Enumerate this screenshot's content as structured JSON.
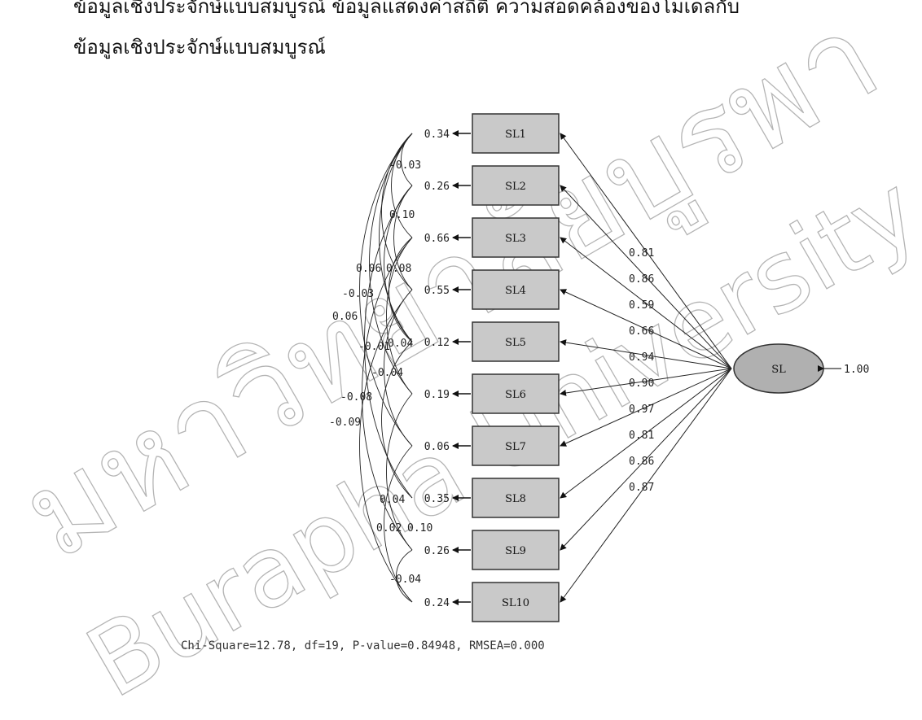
{
  "text": {
    "line1": "ข้อมูลเชิงประจักษ์แบบสมบูรณ์ ข้อมูลแสดงค่าสถิติ ความสอดคล้องของโมเดลกับ",
    "line2": "ข้อมูลเชิงประจักษ์แบบสมบูรณ์"
  },
  "diagram": {
    "latent": {
      "label": "SL",
      "variance": "1.00"
    },
    "observed": [
      {
        "label": "SL1",
        "error": "0.34",
        "loading": "0.81"
      },
      {
        "label": "SL2",
        "error": "0.26",
        "loading": "0.86"
      },
      {
        "label": "SL3",
        "error": "0.66",
        "loading": "0.59"
      },
      {
        "label": "SL4",
        "error": "0.55",
        "loading": "0.66"
      },
      {
        "label": "SL5",
        "error": "0.12",
        "loading": "0.94"
      },
      {
        "label": "SL6",
        "error": "0.19",
        "loading": "0.90"
      },
      {
        "label": "SL7",
        "error": "0.06",
        "loading": "0.97"
      },
      {
        "label": "SL8",
        "error": "0.35",
        "loading": "0.81"
      },
      {
        "label": "SL9",
        "error": "0.26",
        "loading": "0.86"
      },
      {
        "label": "SL10",
        "error": "0.24",
        "loading": "0.87"
      }
    ],
    "correlated_errors": [
      "-0.03",
      "0.10",
      "0.06",
      "0.08",
      "-0.03",
      "0.06",
      "-0.01",
      "0.04",
      "-0.04",
      "-0.08",
      "-0.09",
      "0.04",
      "0.02",
      "0.10",
      "-0.04"
    ],
    "fit": "Chi-Square=12.78, df=19, P-value=0.84948, RMSEA=0.000"
  },
  "watermark": {
    "thai": "มหาวิทยาลัยบูรพา",
    "english": "Burapha University"
  }
}
